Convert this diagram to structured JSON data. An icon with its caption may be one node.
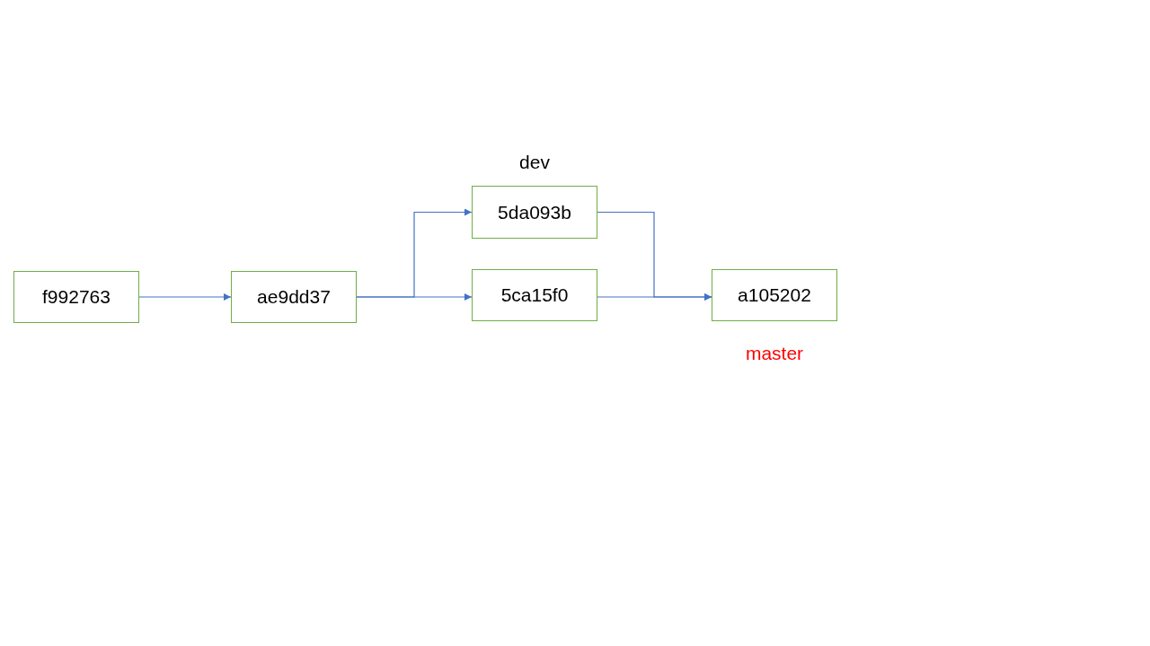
{
  "diagram": {
    "nodes": [
      {
        "text": [
          "f992763"
        ]
      },
      {
        "text": [
          "ae9dd37"
        ]
      },
      {
        "text": [
          "5da093b"
        ],
        "beside": [
          "dev"
        ]
      },
      {
        "text": [
          "5ca15f0"
        ]
      },
      {
        "text": [
          "a105202"
        ],
        "beside": [
          "master"
        ]
      }
    ],
    "edges": [
      {
        "from": 0,
        "to": 1,
        "arrow": "to"
      },
      {
        "from": 1,
        "to": 2,
        "arrow": "to"
      },
      {
        "from": 1,
        "to": 3,
        "arrow": "to"
      },
      {
        "from": 2,
        "to": 4,
        "arrow": "to"
      },
      {
        "from": 3,
        "to": 4,
        "arrow": "to"
      }
    ]
  }
}
